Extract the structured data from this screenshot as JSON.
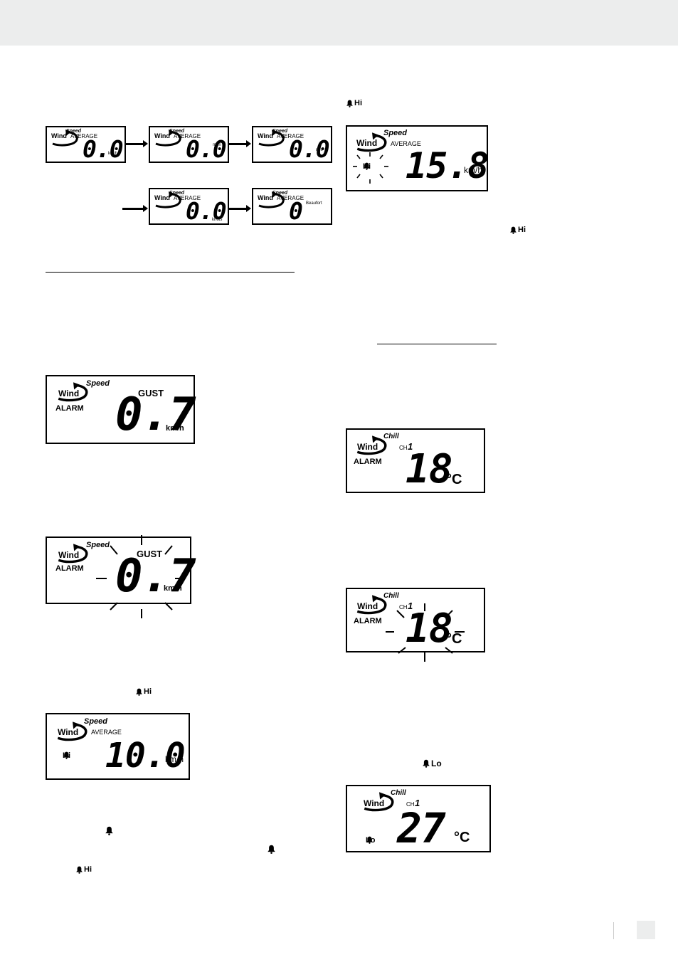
{
  "colors": {
    "header_band": "#eceded",
    "ink": "#000000"
  },
  "unit_sequence": {
    "wind": "Wind",
    "speed": "Speed",
    "average": "AVERAGE",
    "value_decimal": "0.0",
    "value_integer": "0",
    "units": [
      "km/h",
      "mph",
      "m/s",
      "knots",
      "Beaufort"
    ]
  },
  "gust_alarm": {
    "wind": "Wind",
    "speed": "Speed",
    "mode": "GUST",
    "label": "ALARM",
    "value": "0.7",
    "unit": "km/h"
  },
  "high_alarm_set": {
    "wind": "Wind",
    "speed": "Speed",
    "average": "AVERAGE",
    "indicator": "Hi",
    "value": "10.0",
    "unit": "km/h",
    "inline_indicator": "Hi"
  },
  "high_alarm_active": {
    "wind": "Wind",
    "speed": "Speed",
    "average": "AVERAGE",
    "indicator": "Hi",
    "value": "15.8",
    "unit": "km/h",
    "inline_indicator": "Hi"
  },
  "chill_alarm": {
    "wind": "Wind",
    "chill": "Chill",
    "channel_label": "CH",
    "channel": "1",
    "label": "ALARM",
    "value": "18",
    "unit": "°C"
  },
  "chill_low": {
    "wind": "Wind",
    "chill": "Chill",
    "channel_label": "CH",
    "channel": "1",
    "indicator": "Lo",
    "value": "27",
    "unit": "°C"
  },
  "text_icons": [
    {
      "icon": "bell-icon",
      "label": "Hi"
    },
    {
      "icon": "bell-icon",
      "label": ""
    },
    {
      "icon": "bell-icon",
      "label": "Lo"
    }
  ]
}
